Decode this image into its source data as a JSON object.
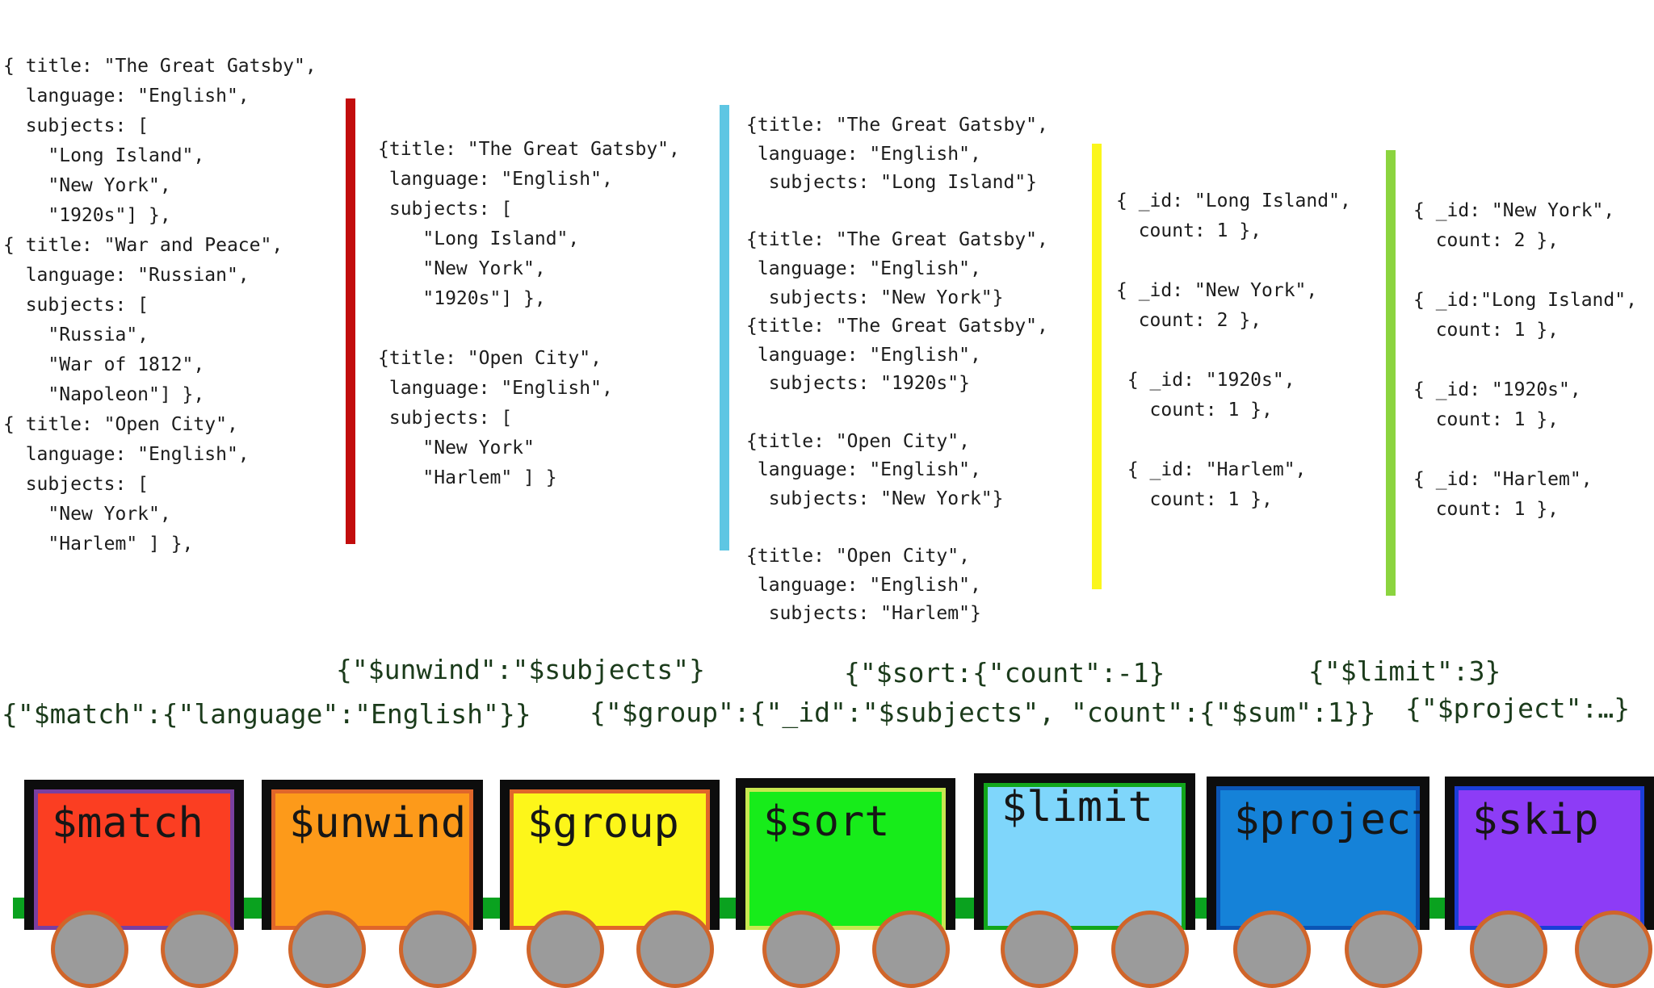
{
  "columns": {
    "input": [
      "{ title: \"The Great Gatsby\",",
      "  language: \"English\",",
      "  subjects: [",
      "    \"Long Island\",",
      "    \"New York\",",
      "    \"1920s\"] },",
      "{ title: \"War and Peace\",",
      "  language: \"Russian\",",
      "  subjects: [",
      "    \"Russia\",",
      "    \"War of 1812\",",
      "    \"Napoleon\"] },",
      "{ title: \"Open City\",",
      "  language: \"English\",",
      "  subjects: [",
      "    \"New York\",",
      "    \"Harlem\" ] },"
    ],
    "after_match": [
      "{title: \"The Great Gatsby\",",
      " language: \"English\",",
      " subjects: [",
      "    \"Long Island\",",
      "    \"New York\",",
      "    \"1920s\"] },",
      "",
      "{title: \"Open City\",",
      " language: \"English\",",
      " subjects: [",
      "    \"New York\"",
      "    \"Harlem\" ] }"
    ],
    "after_unwind": [
      "{title: \"The Great Gatsby\",",
      " language: \"English\",",
      "  subjects: \"Long Island\"}",
      "",
      "{title: \"The Great Gatsby\",",
      " language: \"English\",",
      "  subjects: \"New York\"}",
      "{title: \"The Great Gatsby\",",
      " language: \"English\",",
      "  subjects: \"1920s\"}",
      "",
      "{title: \"Open City\",",
      " language: \"English\",",
      "  subjects: \"New York\"}",
      "",
      "{title: \"Open City\",",
      " language: \"English\",",
      "  subjects: \"Harlem\"}"
    ],
    "after_group": [
      "{ _id: \"Long Island\",",
      "  count: 1 },",
      "",
      "{ _id: \"New York\",",
      "  count: 2 },",
      "",
      " { _id: \"1920s\",",
      "   count: 1 },",
      "",
      " { _id: \"Harlem\",",
      "   count: 1 },"
    ],
    "after_sort": [
      "{ _id: \"New York\",",
      "  count: 2 },",
      "",
      "{ _id:\"Long Island\",",
      "  count: 1 },",
      "",
      "{ _id: \"1920s\",",
      "  count: 1 },",
      "",
      "{ _id: \"Harlem\",",
      "  count: 1 },"
    ]
  },
  "stage_expressions": {
    "match": "{\"$match\":{\"language\":\"English\"}}",
    "unwind": "{\"$unwind\":\"$subjects\"}",
    "group": "{\"$group\":{\"_id\":\"$subjects\", \"count\":{\"$sum\":1}}",
    "sort": "{\"$sort:{\"count\":-1}",
    "limit": "{\"$limit\":3}",
    "project": "{\"$project\":…}"
  },
  "train": {
    "cars": [
      {
        "label": "$match",
        "color": "#fb3e22",
        "trim": "#7a3fa0"
      },
      {
        "label": "$unwind",
        "color": "#fd9a1a",
        "trim": "#e0662a"
      },
      {
        "label": "$group",
        "color": "#fdf61a",
        "trim": "#e0662a"
      },
      {
        "label": "$sort",
        "color": "#17ec1a",
        "trim": "#c8e850"
      },
      {
        "label": "$limit",
        "color": "#7fd6fb",
        "trim": "#12a61c"
      },
      {
        "label": "$project",
        "color": "#1582d8",
        "trim": "#0b55b5"
      },
      {
        "label": "$skip",
        "color": "#8d3cf6",
        "trim": "#1b3ed8"
      }
    ]
  },
  "colors": {
    "divider_match": "#c20d0d",
    "divider_unwind": "#5ec6e3",
    "divider_group": "#fbf61c",
    "divider_sort": "#8bd43f",
    "stage_text": "#1b3b1b",
    "coupler": "#0aa21f"
  }
}
